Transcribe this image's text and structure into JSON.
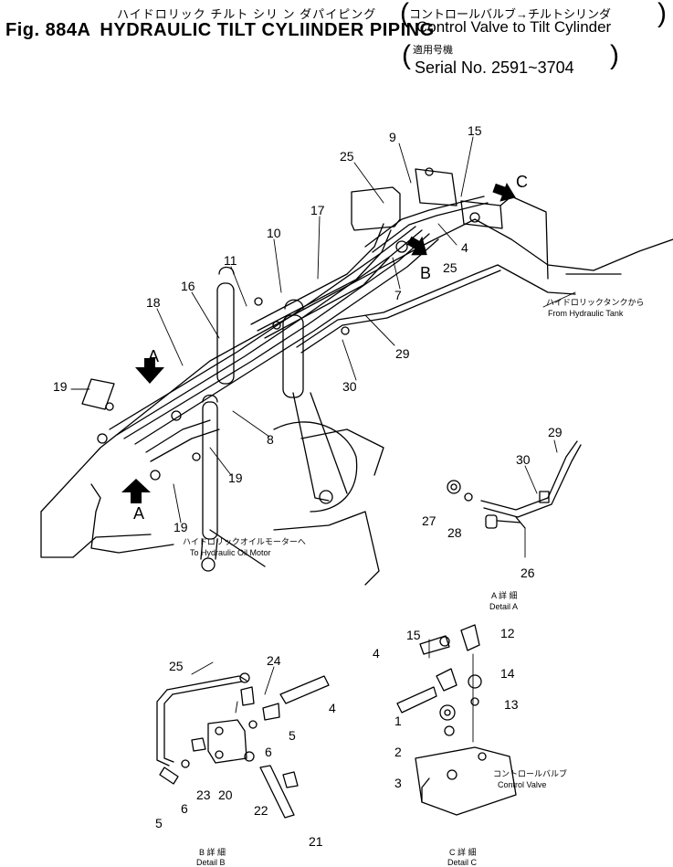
{
  "header": {
    "jp_title": "ハイドロリック チルト シリ ン ダパイピング",
    "fig_no": "Fig. 884A",
    "title": "HYDRAULIC TILT CYLIINDER PIPING",
    "jp_subtitle": "コントロールバルブ→チルトシリンダ",
    "subtitle": "Control Valve to Tilt Cylinder",
    "jp_applicable": "適用号機",
    "serial": "Serial No. 2591~3704"
  },
  "annotations": {
    "from_tank_jp": "ハイドロリックタンクから",
    "from_tank": "From Hydraulic Tank",
    "to_motor_jp": "ハイドロリックオイルモーターへ",
    "to_motor": "To Hydraulic Oil Motor",
    "control_valve_jp": "コントロールバルブ",
    "control_valve": "Control Valve"
  },
  "details": {
    "a_jp": "A 詳 細",
    "a": "Detail A",
    "b_jp": "B 詳 細",
    "b": "Detail B",
    "c_jp": "C 詳 細",
    "c": "Detail C"
  },
  "view_letters": {
    "a1": "A",
    "a2": "A",
    "b": "B",
    "c": "C"
  },
  "parts": {
    "p1": "1",
    "p2": "2",
    "p3": "3",
    "p4a": "4",
    "p4b": "4",
    "p4c": "4",
    "p5a": "5",
    "p5b": "5",
    "p6a": "6",
    "p6b": "6",
    "p7": "7",
    "p8": "8",
    "p9": "9",
    "p10": "10",
    "p11": "11",
    "p12": "12",
    "p13": "13",
    "p14": "14",
    "p15a": "15",
    "p15b": "15",
    "p16": "16",
    "p17": "17",
    "p18": "18",
    "p19a": "19",
    "p19b": "19",
    "p19c": "19",
    "p20": "20",
    "p21": "21",
    "p22": "22",
    "p23": "23",
    "p24": "24",
    "p25a": "25",
    "p25b": "25",
    "p25c": "25",
    "p26": "26",
    "p27": "27",
    "p28": "28",
    "p29a": "29",
    "p29b": "29",
    "p30a": "30",
    "p30b": "30"
  }
}
